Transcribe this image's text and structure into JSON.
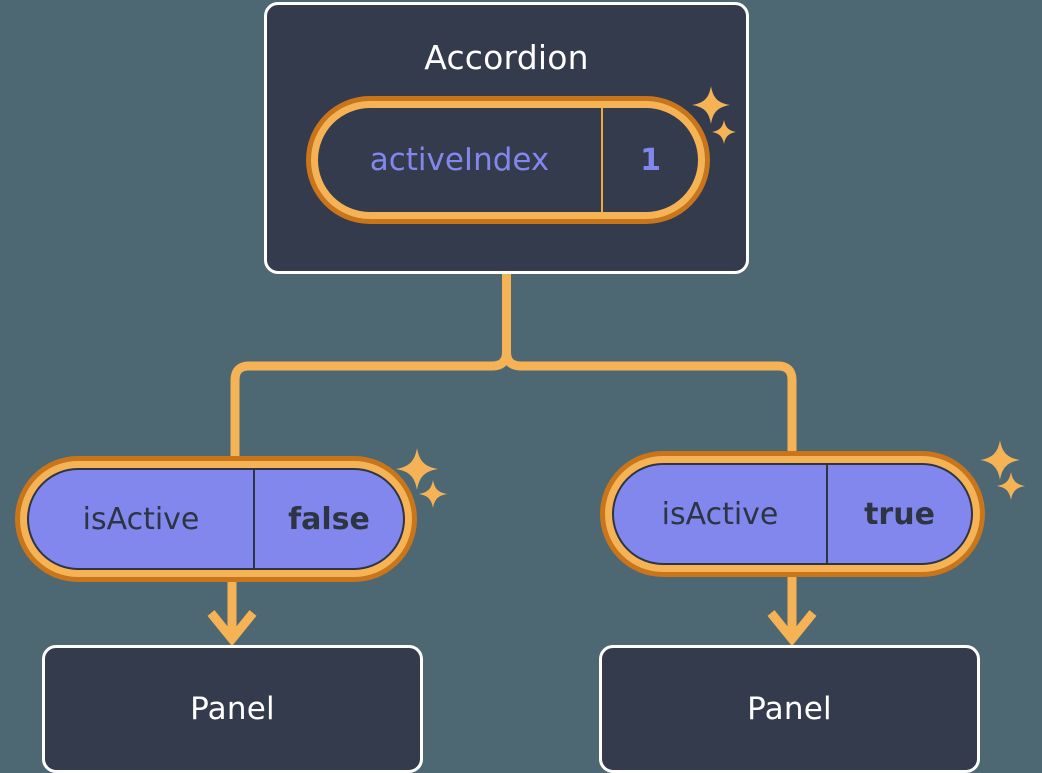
{
  "diagram": {
    "title": "React component tree with props",
    "background_color": "#4d6872",
    "accent_color": "#f5b356",
    "accent_dark_color": "#c8751c",
    "prop_value_color": "#8287ee",
    "card_color": "#343b4c"
  },
  "nodes": {
    "accordion": {
      "label": "Accordion",
      "prop": {
        "key": "activeIndex",
        "value": "1"
      }
    },
    "left_branch": {
      "prop": {
        "key": "isActive",
        "value": "false"
      },
      "panel_label": "Panel"
    },
    "right_branch": {
      "prop": {
        "key": "isActive",
        "value": "true"
      },
      "panel_label": "Panel"
    }
  },
  "icons": {
    "sparkle_large": "sparkle-icon",
    "sparkle_small": "sparkle-small-icon",
    "arrow_down": "arrow-down-icon"
  }
}
